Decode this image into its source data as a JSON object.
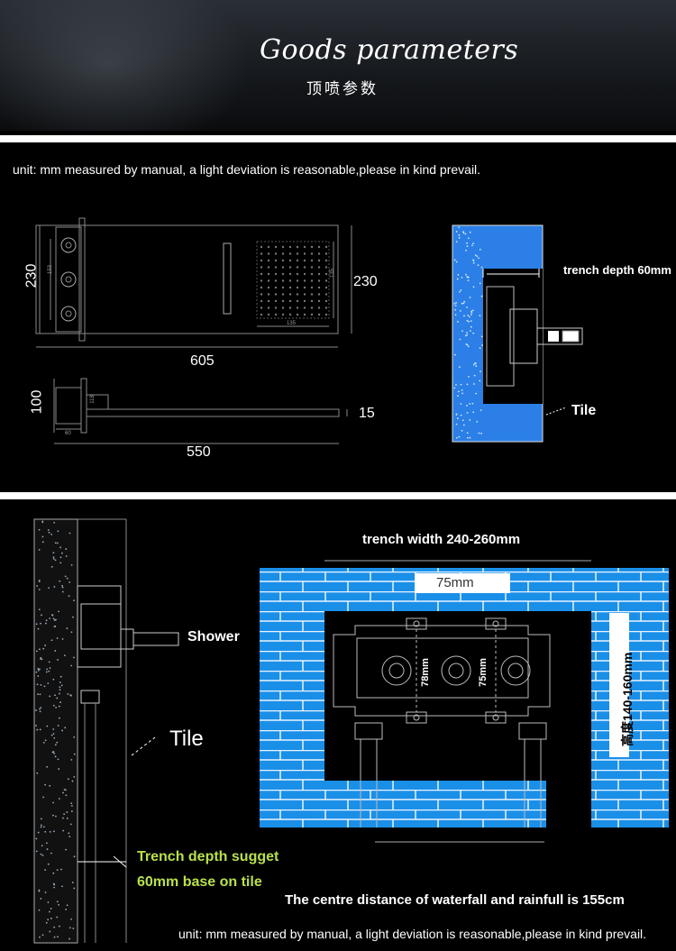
{
  "banner": {
    "title": "Goods parameters",
    "subtitle": "顶喷参数"
  },
  "section1": {
    "unit_note": "unit: mm  measured by manual, a light deviation is reasonable,please in kind prevail.",
    "dims": {
      "height_left": "230",
      "height_right": "230",
      "width": "605",
      "depth": "100",
      "thickness": "15",
      "length": "550",
      "inner_a": "153",
      "inner_b": "135",
      "inner_c": "135",
      "inner_d": "118",
      "inner_e": "60"
    },
    "trench_depth": "trench depth 60mm",
    "tile": "Tile"
  },
  "section2": {
    "trench_width": "trench width 240-260mm",
    "span_75": "75mm",
    "v78": "78mm",
    "v75": "75mm",
    "height_range": "高度140-160mm",
    "shower": "Shower",
    "tile": "Tile",
    "trench_suggest_1": "Trench depth sugget",
    "trench_suggest_2": "60mm base on tile",
    "centre_note": "The centre distance of waterfall and rainfull is 155cm",
    "unit_note": "unit: mm  measured by manual, a light deviation is reasonable,please in kind prevail."
  }
}
